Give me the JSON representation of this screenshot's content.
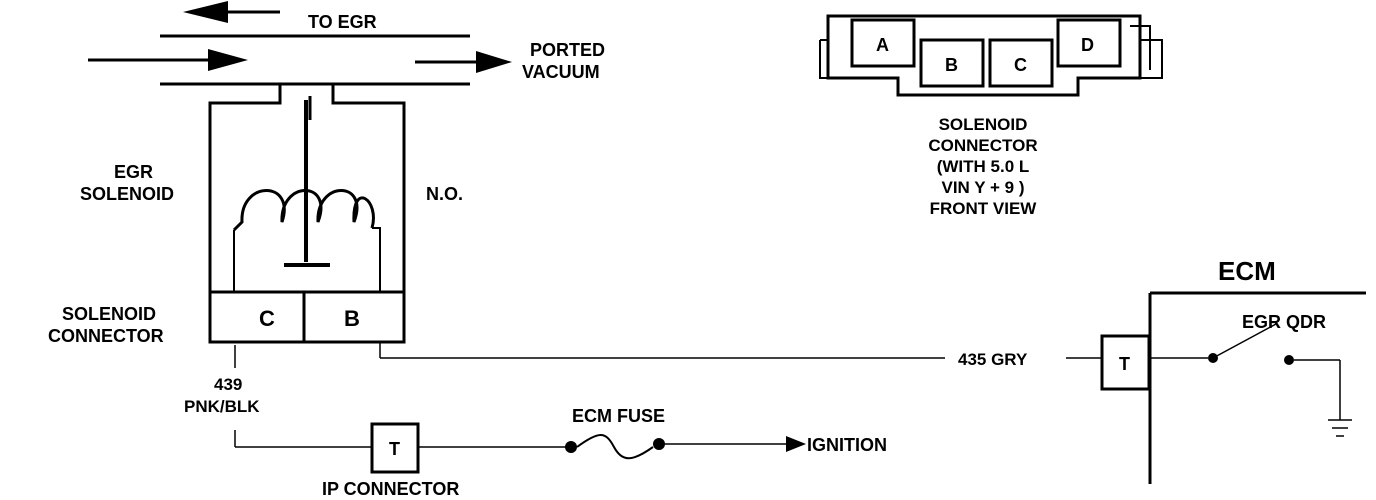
{
  "labels": {
    "to_egr": "TO EGR",
    "ported_line1": "PORTED",
    "ported_line2": "VACUUM",
    "egr_solenoid_line1": "EGR",
    "egr_solenoid_line2": "SOLENOID",
    "normally_open": "N.O.",
    "solenoid_connector_line1": "SOLENOID",
    "solenoid_connector_line2": "CONNECTOR",
    "pin_c": "C",
    "pin_b": "B",
    "wire_439_line1": "439",
    "wire_439_line2": "PNK/BLK",
    "ip_connector": "IP  CONNECTOR",
    "ip_terminal": "T",
    "ecm_fuse": "ECM FUSE",
    "ignition": "IGNITION",
    "wire_435": "435  GRY",
    "ecm_terminal": "T",
    "ecm": "ECM",
    "egr_qdr": "EGR QDR"
  },
  "connector_view": {
    "pins": [
      "A",
      "B",
      "C",
      "D"
    ],
    "caption_lines": [
      "SOLENOID",
      "CONNECTOR",
      "(WITH 5.0 L",
      "VIN  Y + 9 )",
      "FRONT VIEW"
    ]
  }
}
